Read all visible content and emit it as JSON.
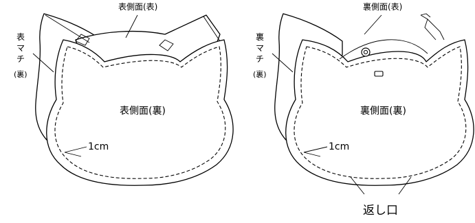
{
  "left_panel": {
    "label_top": "表側面(表)",
    "label_side_chars": [
      "表",
      "マ",
      "チ",
      "(裏)"
    ],
    "label_center": "表側面(裏)",
    "label_seam": "1cm"
  },
  "right_panel": {
    "label_top": "裏側面(表)",
    "label_side_chars": [
      "裏",
      "マ",
      "チ",
      "(裏)"
    ],
    "label_center": "裏側面(裏)",
    "label_seam": "1cm",
    "label_bottom": "返し口"
  }
}
